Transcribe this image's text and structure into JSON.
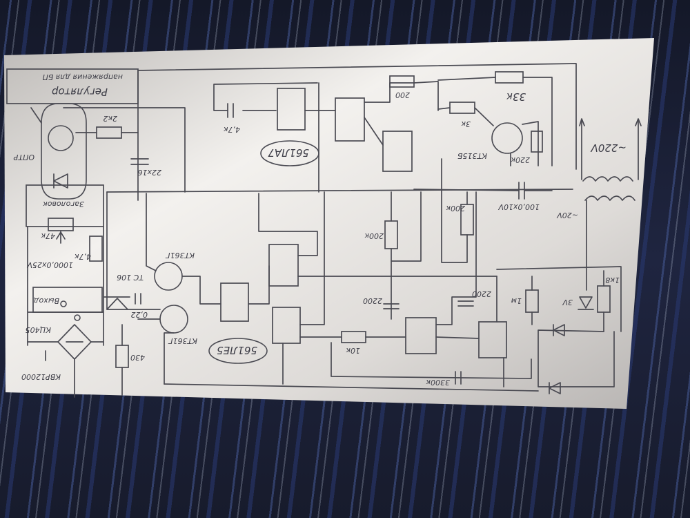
{
  "scene": {
    "paper_color": "#ece9e6",
    "ink_color": "#4a4a52",
    "fabric_colors": [
      "#1d2236",
      "#465a96",
      "#bec8dc"
    ]
  },
  "labels": {
    "title_line1": "Регулятор",
    "title_line2": "напряжения для БП",
    "ic_top": "561ЛА7",
    "ic_bottom": "561ЛЕ5",
    "r_2k2": "2к2",
    "c_22x16": "22x16",
    "c_4n7": "4,7к",
    "r_200": "200",
    "r_33k": "33к",
    "r_3k": "3к",
    "q_kt315b": "КТ315Б",
    "r_220k": "220к",
    "v_220": "~220V",
    "v_20": "~20V",
    "c_100x10": "100,0x10V",
    "r_200k_a": "200к",
    "r_200k_b": "200к",
    "optron_label": "ОПТР",
    "pot_label": "Заголовок",
    "r_47k": "47к",
    "r_47k_b": "4,7к",
    "c_1000": "1000,0x25V",
    "q_kt361": "КТ361Г",
    "q_kt361b": "КТ361Г",
    "triac": "ТС 106",
    "c_022": "0,22",
    "c_2200_a": "2200",
    "c_2200_b": "2200",
    "r_1m": "1м",
    "r_1k8": "1к8",
    "d_3v": "3V",
    "r_10k": "10к",
    "r_430": "430",
    "c_3300": "3300к",
    "bridge": "КЦ405",
    "rectifier": "КВР12000",
    "output": "Выход"
  }
}
